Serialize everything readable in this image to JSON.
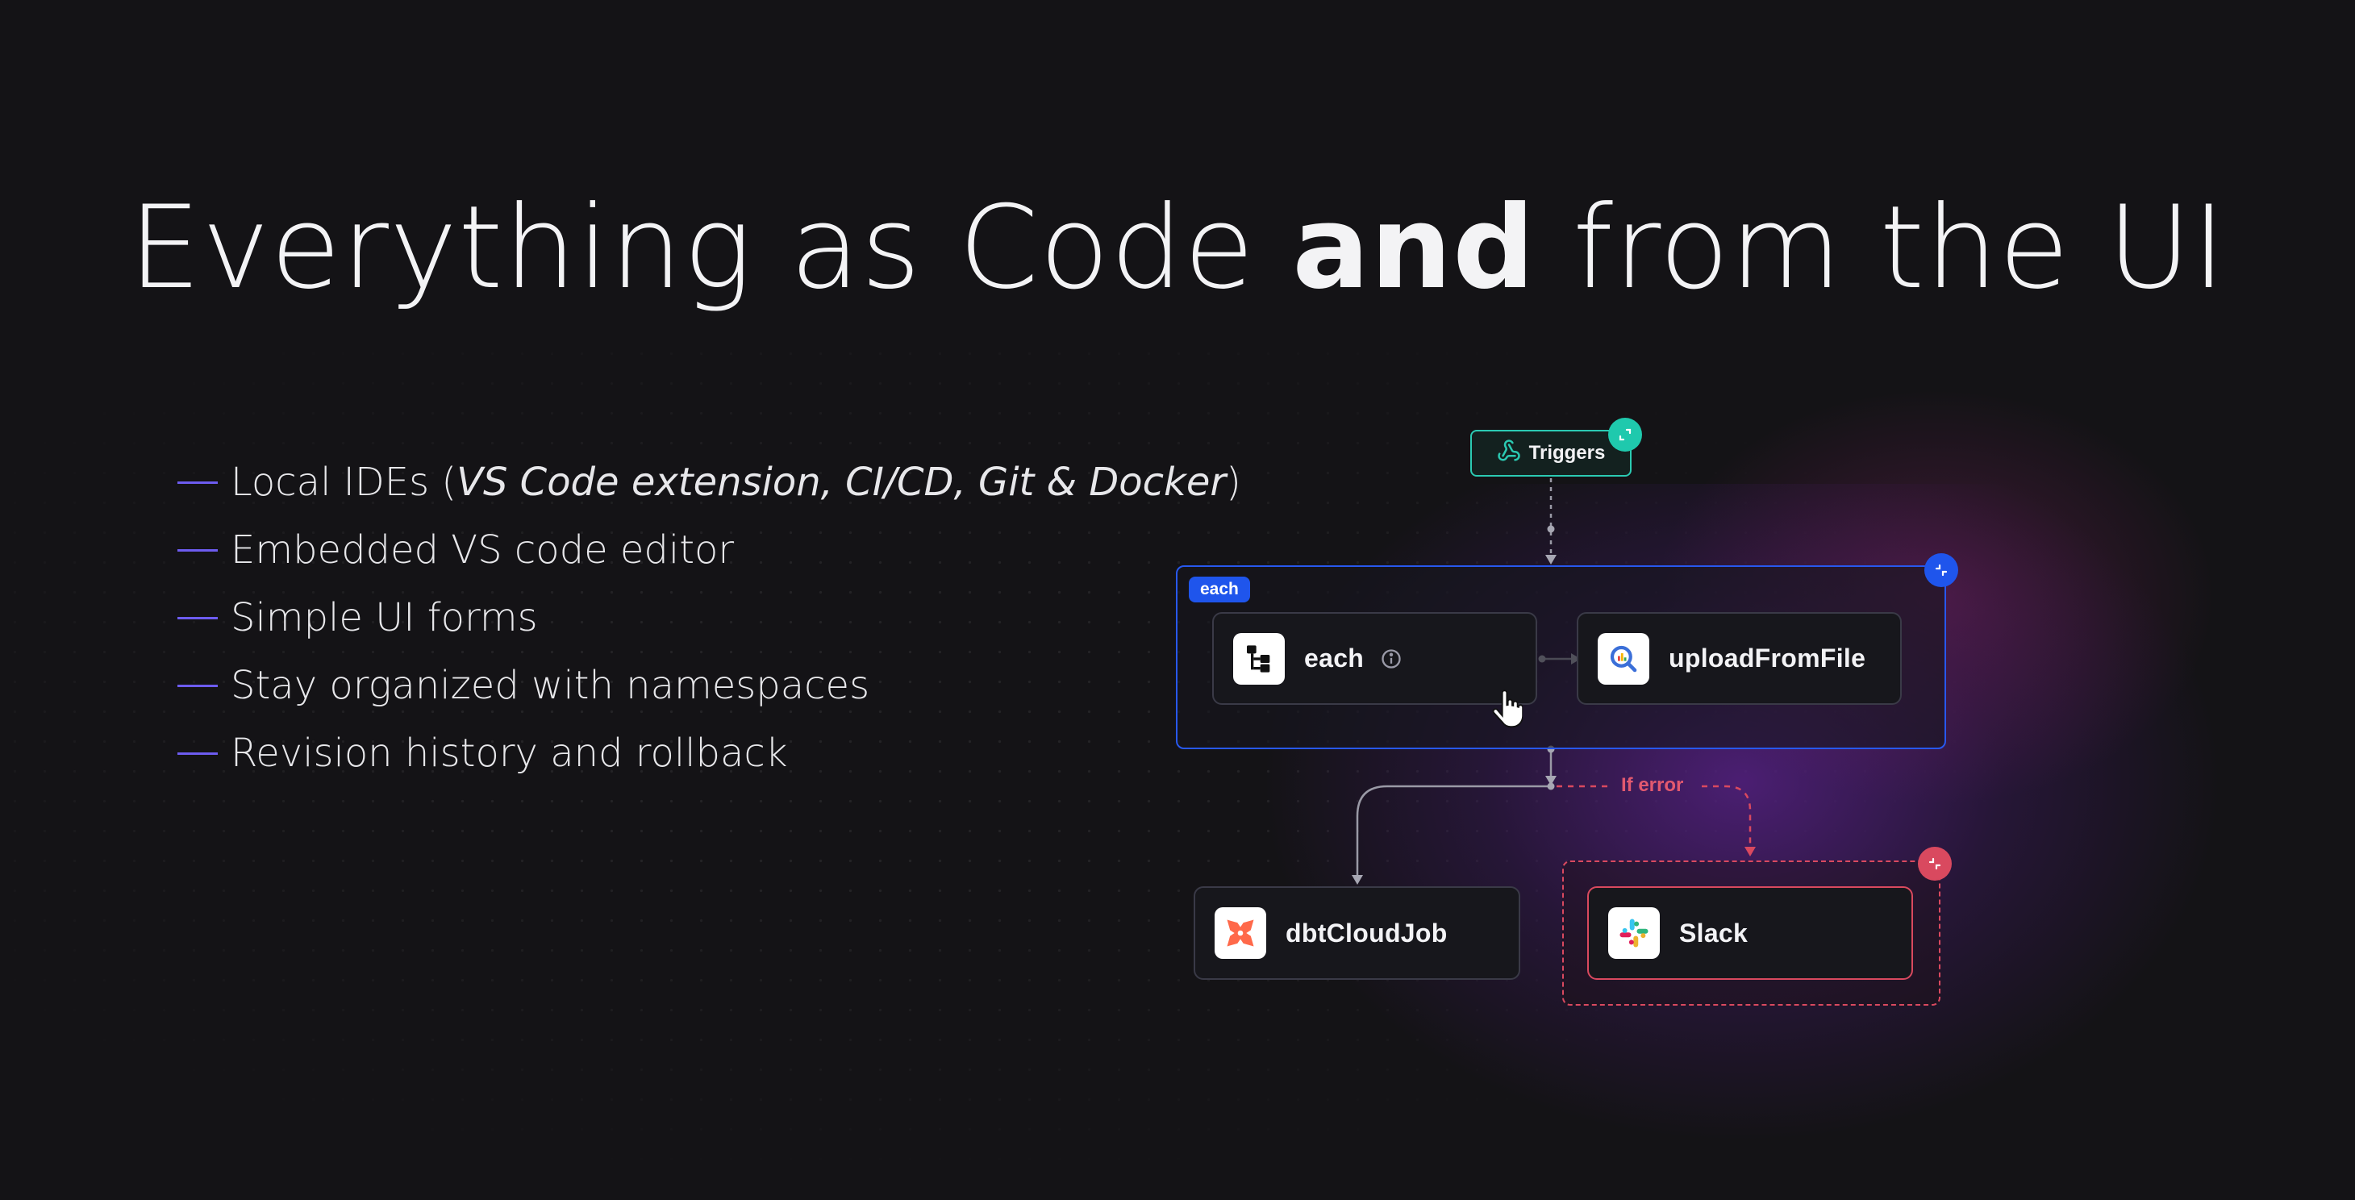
{
  "title": {
    "part1": "Everything as Code ",
    "bold": "and",
    "part2": " from the UI"
  },
  "features": [
    {
      "text_before": "Local IDEs (",
      "italic": "VS Code extension, CI/CD, Git & Docker",
      "text_after": ")"
    },
    {
      "text": "Embedded VS code editor"
    },
    {
      "text": "Simple UI forms"
    },
    {
      "text": "Stay organized with namespaces"
    },
    {
      "text": "Revision history and rollback"
    }
  ],
  "diagram": {
    "triggers_label": "Triggers",
    "group_tag": "each",
    "nodes": {
      "each": "each",
      "upload": "uploadFromFile",
      "dbt": "dbtCloudJob",
      "slack": "Slack"
    },
    "error_label": "If error",
    "icons": {
      "triggers": "webhook-icon",
      "each": "tree-icon",
      "info": "info-icon",
      "upload": "search-icon",
      "dbt": "dbt-logo-icon",
      "slack": "slack-logo-icon",
      "cursor": "hand-pointer-icon",
      "expand": "collapse-icon"
    },
    "colors": {
      "triggers": "#2bcab2",
      "group": "#2858ee",
      "error": "#d9495f",
      "dash": "#6d5cf0"
    }
  }
}
